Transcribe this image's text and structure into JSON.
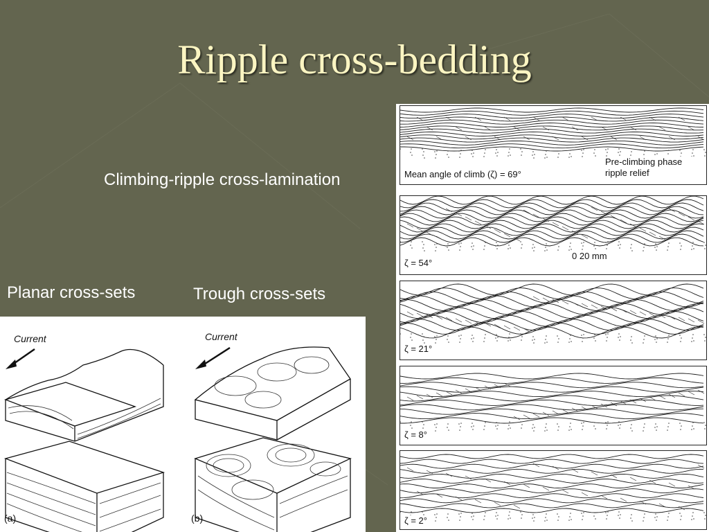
{
  "slide": {
    "title": "Ripple cross-bedding",
    "climbing_label": "Climbing-ripple cross-lamination",
    "planar_label": "Planar cross-sets",
    "trough_label": "Trough cross-sets"
  },
  "climbing_figure": {
    "panels": [
      {
        "caption": "Mean angle of climb (ζ) = 69°",
        "note": "Pre-climbing phase ripple relief"
      },
      {
        "caption": "ζ = 54°",
        "scale": "0   20 mm"
      },
      {
        "caption": "ζ = 21°"
      },
      {
        "caption": "ζ = 8°"
      },
      {
        "caption": "ζ = 2°"
      }
    ]
  },
  "block_figure": {
    "a": {
      "current_label": "Current",
      "tag": "(a)"
    },
    "b": {
      "current_label": "Current",
      "tag": "(b)"
    }
  },
  "colors": {
    "background": "#63654f",
    "title": "#fbf5c2",
    "label": "#ffffff"
  }
}
